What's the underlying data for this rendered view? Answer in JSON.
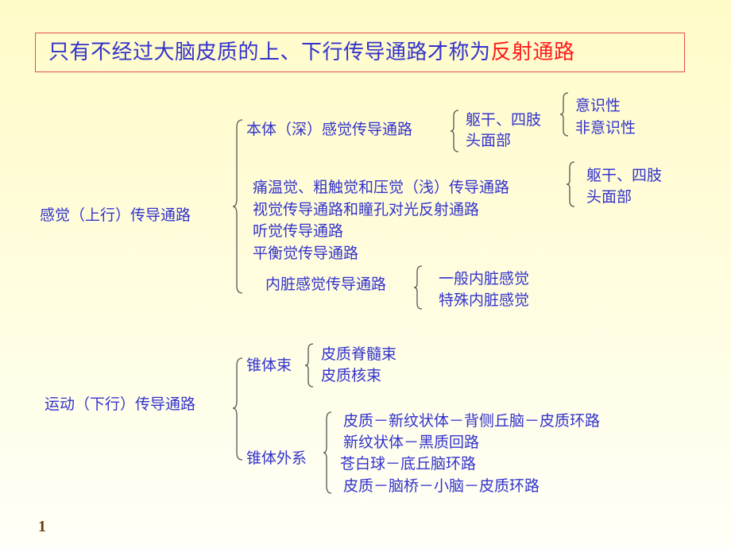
{
  "title": {
    "prefix": "只有不经过大脑皮质的上、下行传导通路才称为",
    "highlight": "反射通路"
  },
  "sensory": {
    "label": "感觉（上行）传导通路",
    "proprio": {
      "label": "本体（深）感觉传导通路",
      "parts": [
        "躯干、四肢",
        "头面部"
      ],
      "trunk_sub": [
        "意识性",
        "非意识性"
      ]
    },
    "pain_temp": {
      "label": "痛温觉、粗触觉和压觉（浅）传导通路",
      "parts": [
        "躯干、四肢",
        "头面部"
      ]
    },
    "visual": "视觉传导通路和瞳孔对光反射通路",
    "auditory": "听觉传导通路",
    "balance": "平衡觉传导通路",
    "visceral": {
      "label": "内脏感觉传导通路",
      "parts": [
        "一般内脏感觉",
        "特殊内脏感觉"
      ]
    }
  },
  "motor": {
    "label": "运动（下行）传导通路",
    "pyramidal": {
      "label": "锥体束",
      "parts": [
        "皮质脊髓束",
        "皮质核束"
      ]
    },
    "extrapyramidal": {
      "label": "锥体外系",
      "parts": [
        "皮质－新纹状体－背侧丘脑－皮质环路",
        "新纹状体－黑质回路",
        "苍白球－底丘脑环路",
        "皮质－脑桥－小脑－皮质环路"
      ]
    }
  },
  "page_number": "1",
  "colors": {
    "text": "#3333cc",
    "highlight": "#ff1a1a",
    "border": "#e05050",
    "page_number": "#6b3a0a"
  }
}
